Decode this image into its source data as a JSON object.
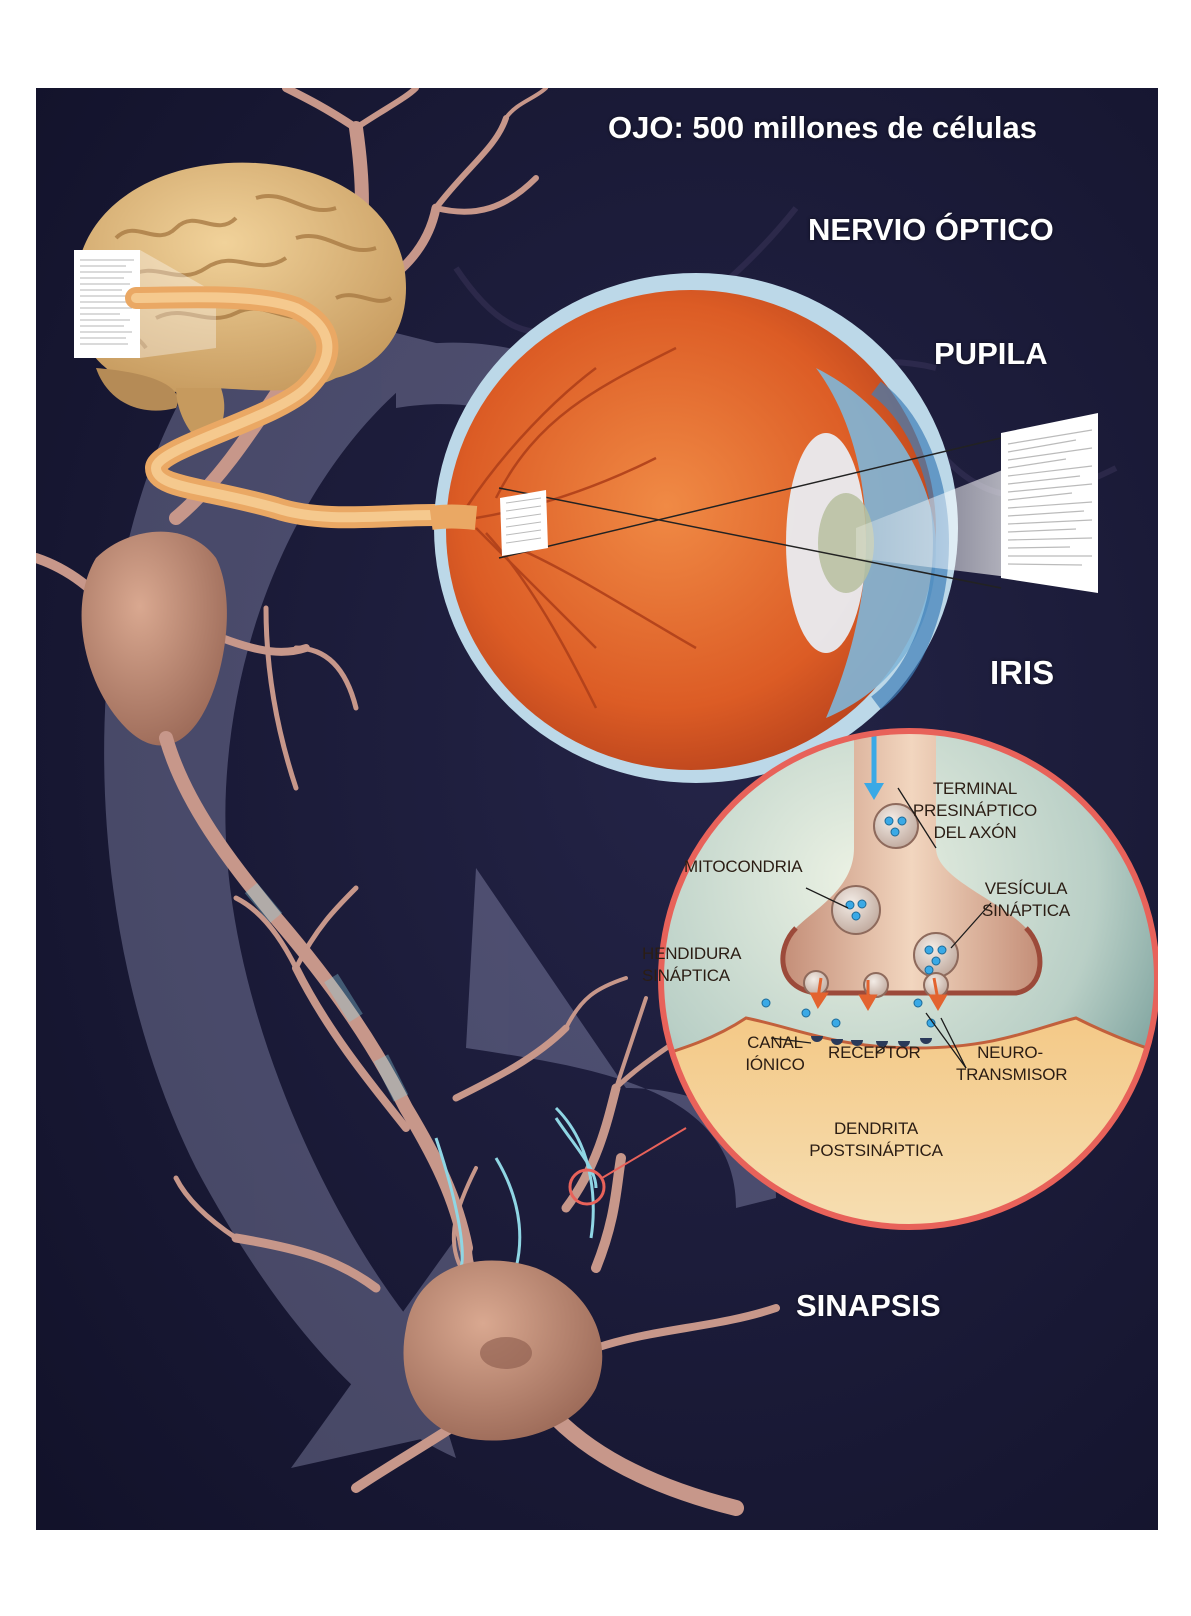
{
  "header": {
    "title": "OJO: 500 millones de células"
  },
  "eye_labels": {
    "optic_nerve": "NERVIO ÓPTICO",
    "pupil": "PUPILA",
    "iris": "IRIS"
  },
  "synapse_title": "SINAPSIS",
  "synapse_labels": {
    "terminal": [
      "TERMINAL",
      "PRESINÁPTICO",
      "DEL AXÓN"
    ],
    "mitochondria": "MITOCONDRIA",
    "vesicle": [
      "VESÍCULA",
      "SINÁPTICA"
    ],
    "cleft": [
      "HENDIDURA",
      "SINÁPTICA"
    ],
    "ion_channel": [
      "CANAL",
      "IÓNICO"
    ],
    "receptor": "RECEPTOR",
    "neurotransmitter": [
      "NEURO-",
      "TRANSMISOR"
    ],
    "dendrite": [
      "DENDRITA",
      "POSTSINÁPTICA"
    ]
  },
  "colors": {
    "background": "#171733",
    "eye_orange": "#e2672a",
    "neuron_skin": "#c99a86",
    "synapse_border": "#e8625a",
    "arrow_blue": "#3aa9e6",
    "arrow_orange": "#e3632f"
  }
}
